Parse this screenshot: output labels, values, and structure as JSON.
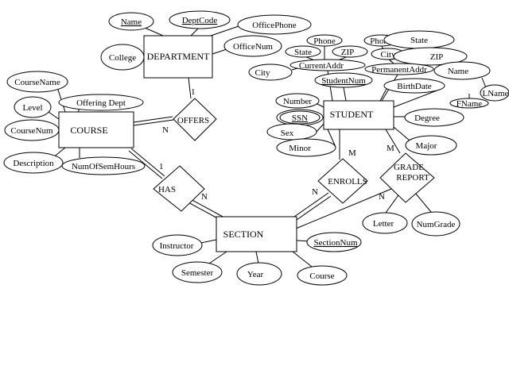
{
  "entities": {
    "department": "DEPARTMENT",
    "student": "STUDENT",
    "course": "COURSE",
    "section": "SECTION"
  },
  "relationships": {
    "offers": "OFFERS",
    "enrolls": "ENROLLS",
    "grade_report_line1": "GRADE",
    "grade_report_line2": "REPORT",
    "has": "HAS"
  },
  "attributes": {
    "dept_name": "Name",
    "dept_code": "DeptCode",
    "office_phone": "OfficePhone",
    "office_num": "OfficeNum",
    "college": "College",
    "course_name": "CourseName",
    "offering_dept": "Offering Dept",
    "level": "Level",
    "course_num": "CourseNum",
    "description": "Description",
    "num_of_sem_hours": "NumOfSemHours",
    "cur_phone": "Phone",
    "cur_state": "State",
    "cur_zip": "ZIP",
    "cur_city": "City",
    "current_addr": "CurrentAddr",
    "perm_phone": "Phone",
    "perm_state": "State",
    "perm_city": "City",
    "perm_zip": "ZIP",
    "permanent_addr": "PermanentAddr",
    "student_num": "StudentNum",
    "student_name": "Name",
    "lname": "LName",
    "fname": "FName",
    "birth_date": "BirthDate",
    "number": "Number",
    "ssn": "SSN",
    "sex": "Sex",
    "minor": "Minor",
    "degree": "Degree",
    "major": "Major",
    "letter": "Letter",
    "num_grade": "NumGrade",
    "instructor": "Instructor",
    "section_num": "SectionNum",
    "semester": "Semester",
    "year": "Year",
    "sec_course": "Course"
  },
  "cardinalities": {
    "dept_offers": "1",
    "offers_course": "N",
    "course_has": "1",
    "has_section": "N",
    "student_enrolls": "M",
    "enrolls_section": "N",
    "student_grade": "M",
    "grade_section": "N"
  }
}
